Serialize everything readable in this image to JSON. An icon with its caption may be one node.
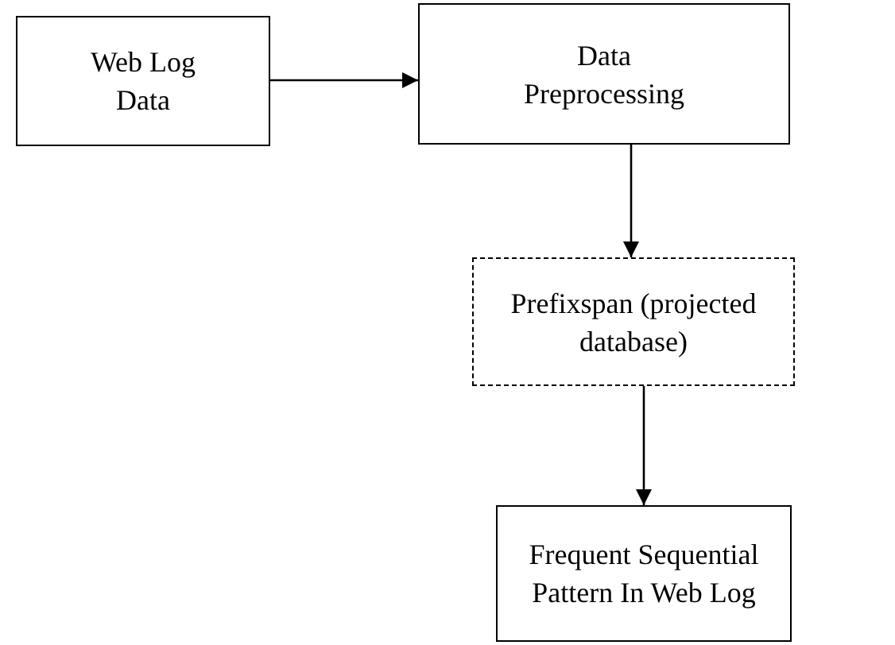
{
  "diagram": {
    "nodes": [
      {
        "text": [
          "Web Log Data"
        ]
      },
      {
        "text": [
          "Data Preprocessing"
        ]
      },
      {
        "text": [
          "Prefixspan (projected database)"
        ]
      },
      {
        "text": [
          "Frequent Sequential Pattern In Web Log"
        ]
      }
    ],
    "edges": [
      {
        "from": 0,
        "to": 1,
        "arrow": "to"
      },
      {
        "from": 1,
        "to": 2,
        "arrow": "to"
      },
      {
        "from": 2,
        "to": 3,
        "arrow": "to"
      }
    ]
  }
}
